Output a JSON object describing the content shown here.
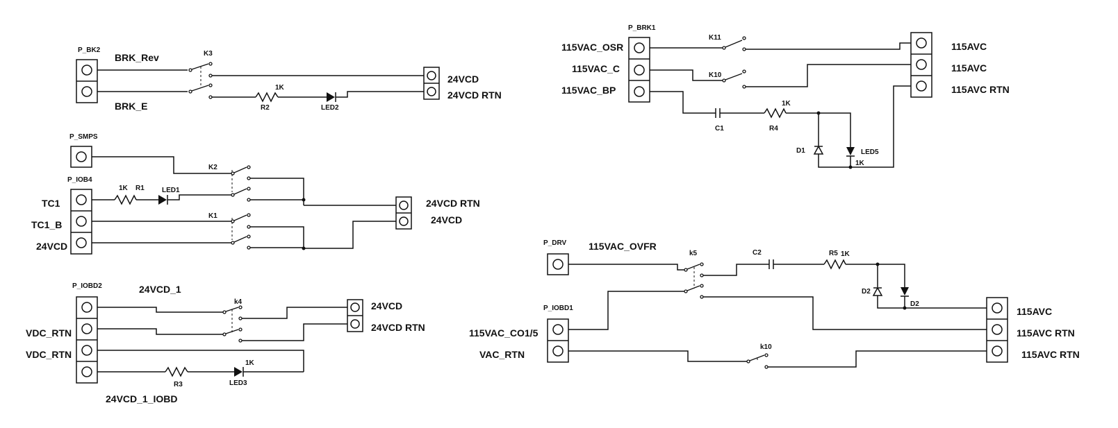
{
  "connectors": {
    "P_BK2": "P_BK2",
    "P_SMPS": "P_SMPS",
    "P_IOB4": "P_IOB4",
    "P_IOBD2": "P_IOBD2",
    "P_BRK1": "P_BRK1",
    "P_DRV": "P_DRV",
    "P_IOBD1": "P_IOBD1"
  },
  "net_labels": {
    "brk_rev": "BRK_Rev",
    "brk_e": "BRK_E",
    "v24_top": "24VCD",
    "v24_rtn_top": "24VCD RTN",
    "tc1": "TC1",
    "tc1_b": "TC1_B",
    "v24_iob4": "24VCD",
    "v24_rtn_mid": "24VCD RTN",
    "v24_mid": "24VCD",
    "v24_1": "24VCD_1",
    "vdc_rtn_a": "VDC_RTN",
    "vdc_rtn_b": "VDC_RTN",
    "v24_bot": "24VCD",
    "v24_rtn_bot": "24VCD RTN",
    "v24_1_iobd": "24VCD_1_IOBD",
    "osr": "115VAC_OSR",
    "vac_c": "115VAC_C",
    "vac_bp": "115VAC_BP",
    "avc1": "115AVC",
    "avc2": "115AVC",
    "avc_rtn_top": "115AVC RTN",
    "ovfr": "115VAC_OVFR",
    "co15": "115VAC_CO1/5",
    "vac_rtn": "VAC_RTN",
    "avc3": "115AVC",
    "avc_rtn_a": "115AVC RTN",
    "avc_rtn_b": "115AVC RTN"
  },
  "components": {
    "K3": "K3",
    "K2": "K2",
    "K1": "K1",
    "k4": "k4",
    "K11": "K11",
    "K10": "K10",
    "k5": "k5",
    "k10": "k10",
    "R1": "R1",
    "R2": "R2",
    "R3": "R3",
    "R4": "R4",
    "R5": "R5",
    "LED1": "LED1",
    "LED2": "LED2",
    "LED3": "LED3",
    "LED5": "LED5",
    "C1": "C1",
    "C2": "C2",
    "D1": "D1",
    "D2a": "D2",
    "D2b": "D2",
    "val_r2": "1K",
    "val_r1": "1K",
    "val_led3": "1K",
    "val_r4": "1K",
    "val_led5": "1K",
    "val_r5": "1K"
  }
}
